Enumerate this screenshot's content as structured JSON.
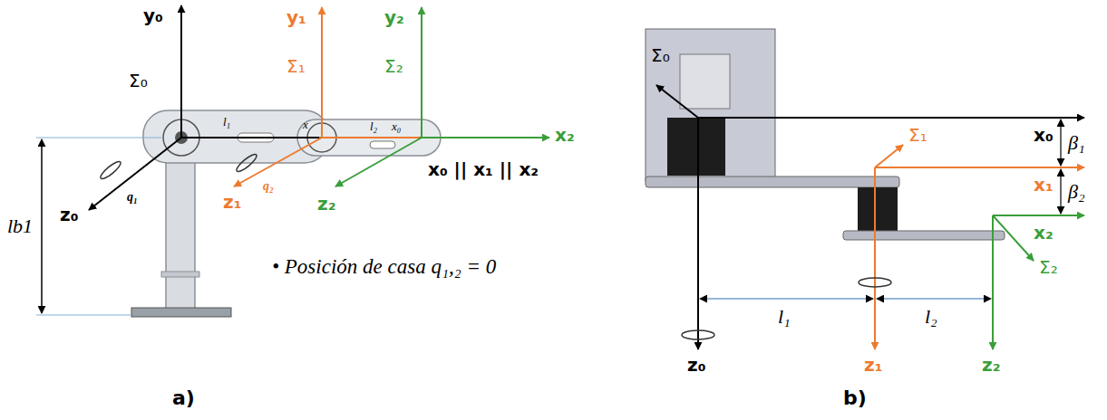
{
  "diagram": {
    "labels": [
      "y₀",
      "Σ₀",
      "y₁",
      "Σ₁",
      "y₂",
      "Σ₂",
      "l₁",
      "x",
      "l₂",
      "x₀",
      "x₂",
      "x₀ || x₁ || x₂",
      "z₀",
      "q₁",
      "z₁",
      "q₂",
      "z₂",
      "lb1",
      "• Posición de casa q₁,₂ = 0",
      "a)",
      "Σ₀",
      "x₀",
      "β₁",
      "Σ₁",
      "x₁",
      "β₂",
      "x₂",
      "Σ₂",
      "l₁",
      "l₂",
      "z₀",
      "z₁",
      "z₂",
      "b)"
    ]
  }
}
